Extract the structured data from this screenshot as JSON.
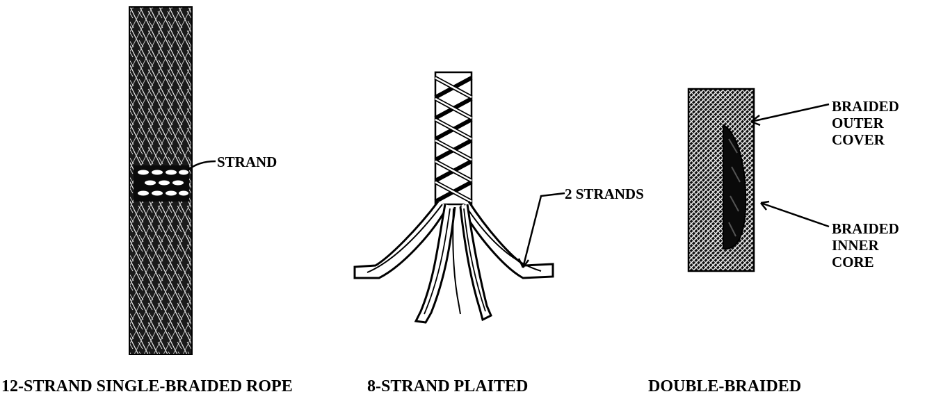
{
  "labels": {
    "strand": "STRAND",
    "two_strands": "2 STRANDS",
    "outer_cover": [
      "BRAIDED",
      "OUTER",
      "COVER"
    ],
    "inner_core": [
      "BRAIDED",
      "INNER",
      "CORE"
    ]
  },
  "captions": {
    "single_braided": "12-STRAND SINGLE-BRAIDED ROPE",
    "plaited": "8-STRAND PLAITED",
    "double_braided": "DOUBLE-BRAIDED"
  },
  "icons": {
    "single_braided": "braided-rope-icon",
    "plaited": "plaited-rope-icon",
    "double_braided": "double-braided-rope-icon"
  }
}
